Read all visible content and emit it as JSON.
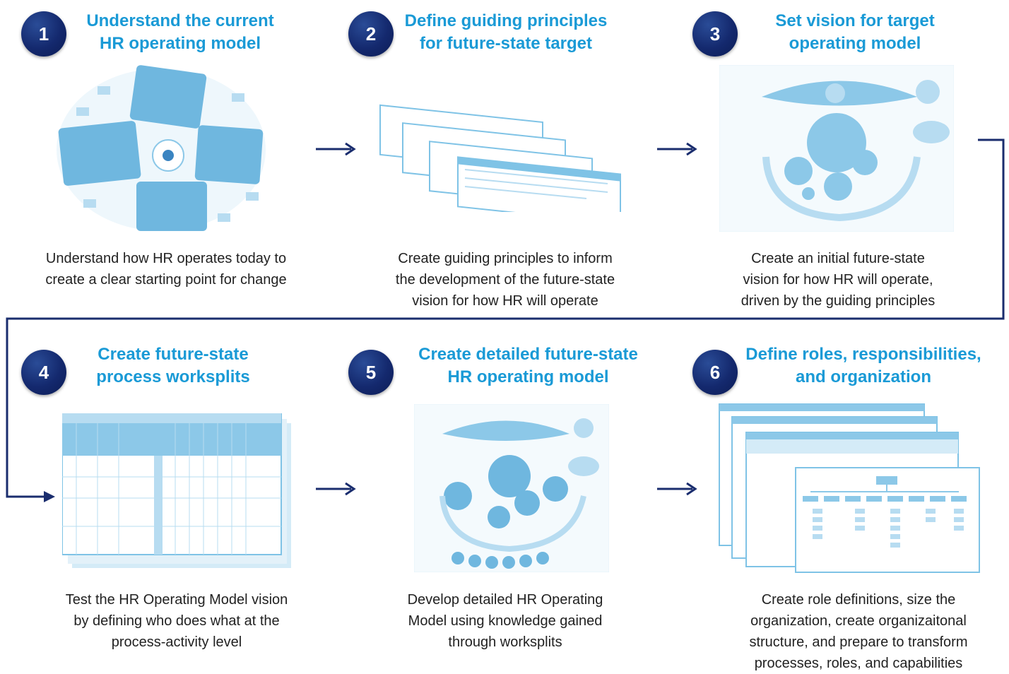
{
  "steps": [
    {
      "number": "1",
      "title_line1": "Understand the current",
      "title_line2": "HR operating model",
      "desc_lines": [
        "Understand how HR operates today to",
        "create a clear starting point for change"
      ]
    },
    {
      "number": "2",
      "title_line1": "Define guiding principles",
      "title_line2": "for future-state target",
      "desc_lines": [
        "Create guiding principles to inform",
        "the development of the future-state",
        "vision for how HR will operate"
      ]
    },
    {
      "number": "3",
      "title_line1": "Set vision for target",
      "title_line2": "operating model",
      "desc_lines": [
        "Create an initial future-state",
        "vision for how HR will operate,",
        "driven by the guiding principles"
      ]
    },
    {
      "number": "4",
      "title_line1": "Create future-state",
      "title_line2": "process worksplits",
      "desc_lines": [
        "Test the HR Operating Model vision",
        "by defining who does what at the",
        "process-activity level"
      ]
    },
    {
      "number": "5",
      "title_line1": "Create detailed future-state",
      "title_line2": "HR operating model",
      "desc_lines": [
        "Develop detailed HR Operating",
        "Model using knowledge gained",
        "through worksplits"
      ]
    },
    {
      "number": "6",
      "title_line1": "Define roles, responsibilities,",
      "title_line2": "and organization",
      "desc_lines": [
        "Create role definitions, size the",
        "organization, create organizaitonal",
        "structure, and prepare to transform",
        "processes, roles, and capabilities"
      ]
    }
  ],
  "colors": {
    "badge": "#14296e",
    "title": "#1a9ad6",
    "arrow": "#1a2d6e",
    "illustration": "#7fc3e6"
  }
}
